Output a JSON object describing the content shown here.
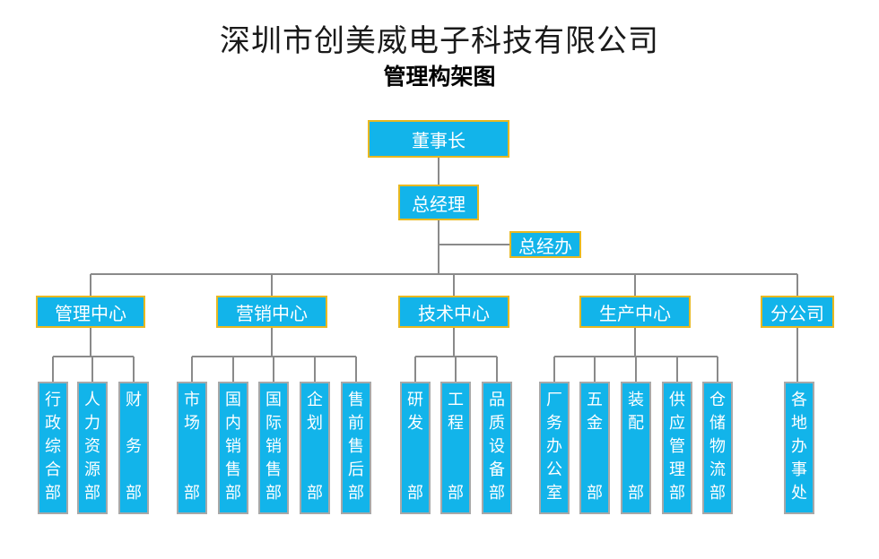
{
  "title": {
    "company": "深圳市创美威电子科技有限公司",
    "chart": "管理构架图"
  },
  "org": {
    "chairman": "董事长",
    "gm": "总经理",
    "gm_office": "总经办",
    "centers": [
      {
        "name": "管理中心",
        "departments": [
          {
            "name": "行政综合部",
            "chars": [
              "行",
              "政",
              "综",
              "合",
              "部"
            ]
          },
          {
            "name": "人力资源部",
            "chars": [
              "人",
              "力",
              "资",
              "源",
              "部"
            ]
          },
          {
            "name": "财务部",
            "chars": [
              "财",
              "",
              "务",
              "",
              "部"
            ]
          }
        ]
      },
      {
        "name": "营销中心",
        "departments": [
          {
            "name": "市场部",
            "chars": [
              "市",
              "场",
              "",
              "",
              "部"
            ]
          },
          {
            "name": "国内销售部",
            "chars": [
              "国",
              "内",
              "销",
              "售",
              "部"
            ]
          },
          {
            "name": "国际销售部",
            "chars": [
              "国",
              "际",
              "销",
              "售",
              "部"
            ]
          },
          {
            "name": "企划部",
            "chars": [
              "企",
              "划",
              "",
              "",
              "部"
            ]
          },
          {
            "name": "售前售后部",
            "chars": [
              "售",
              "前",
              "售",
              "后",
              "部"
            ]
          }
        ]
      },
      {
        "name": "技术中心",
        "departments": [
          {
            "name": "研发部",
            "chars": [
              "研",
              "发",
              "",
              "",
              "部"
            ]
          },
          {
            "name": "工程部",
            "chars": [
              "工",
              "程",
              "",
              "",
              "部"
            ]
          },
          {
            "name": "品质设备部",
            "chars": [
              "品",
              "质",
              "设",
              "备",
              "部"
            ]
          }
        ]
      },
      {
        "name": "生产中心",
        "departments": [
          {
            "name": "厂务办公室",
            "chars": [
              "厂",
              "务",
              "办",
              "公",
              "室"
            ]
          },
          {
            "name": "五金部",
            "chars": [
              "五",
              "金",
              "",
              "",
              "部"
            ]
          },
          {
            "name": "装配部",
            "chars": [
              "装",
              "配",
              "",
              "",
              "部"
            ]
          },
          {
            "name": "供应管理部",
            "chars": [
              "供",
              "应",
              "管",
              "理",
              "部"
            ]
          },
          {
            "name": "仓储物流部",
            "chars": [
              "仓",
              "储",
              "物",
              "流",
              "部"
            ]
          }
        ]
      },
      {
        "name": "分公司",
        "departments": [
          {
            "name": "各地办事处",
            "chars": [
              "各",
              "地",
              "办",
              "事",
              "处"
            ]
          }
        ]
      }
    ]
  },
  "colors": {
    "box_fill": "#12b4ea",
    "header_border": "#e8b820",
    "dept_border": "#a8a8a8",
    "line": "#8a8a8a"
  }
}
